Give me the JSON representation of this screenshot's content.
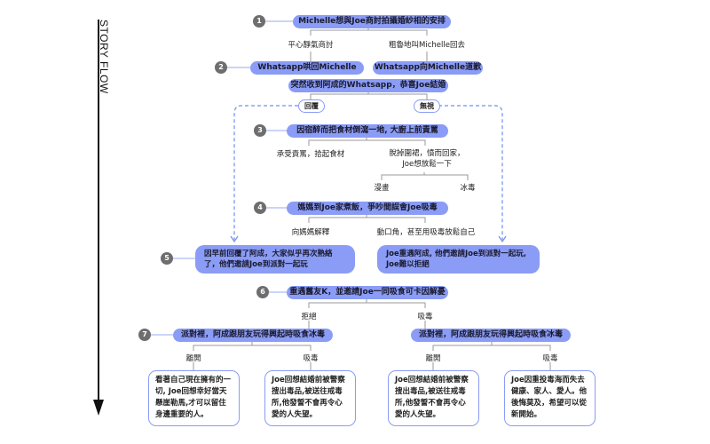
{
  "axis": {
    "label": "STORY FLOW"
  },
  "colors": {
    "node": "#8a9cf5",
    "connector": "#9a9a9a",
    "badge": "#6e6e6e",
    "dashed": "#6f8ff0"
  },
  "steps": {
    "s1": {
      "num": "1",
      "text": "Michelle想與Joe商討拍攝婚紗相的安排",
      "options": [
        "平心靜氣商討",
        "粗魯地叫Michelle回去"
      ]
    },
    "s2": {
      "num": "2",
      "left": "Whatsapp哄回Michelle",
      "right": "Whatsapp向Michelle道歉",
      "merge": "突然收到阿成的Whatsapp，恭喜Joe結婚",
      "options": [
        "回覆",
        "無視"
      ]
    },
    "s3": {
      "num": "3",
      "text": "因宿醉而把食材倒瀉一地, 大廚上前責罵",
      "options": [
        "承受責罵，拾起食材",
        "脫掉圍裙，憤而回家，Joe想放鬆一下"
      ],
      "sub_options": [
        "漫畫",
        "冰毒"
      ]
    },
    "s4": {
      "num": "4",
      "text": "媽媽到Joe家煮飯，爭吵間誤會Joe吸毒",
      "options": [
        "向媽媽解釋",
        "動口角，甚至用吸毒放鬆自己"
      ]
    },
    "s5": {
      "num": "5",
      "left": "因早前回覆了阿成，大家似乎再次熟絡了，他們邀請Joe到派對一起玩",
      "right": "Joe重遇阿成, 他們邀請Joe到派對一起玩, Joe難以拒絕"
    },
    "s6": {
      "num": "6",
      "text": "重遇舊友K，並邀請Joe一同吸食可卡因解憂",
      "options": [
        "拒絕",
        "吸毒"
      ]
    },
    "s7": {
      "num": "7",
      "left": "派對裡，阿成跟朋友玩得興起時吸食冰毒",
      "right": "派對裡，阿成跟朋友玩得興起時吸食冰毒",
      "left_options": [
        "離開",
        "吸毒"
      ],
      "right_options": [
        "離開",
        "吸毒"
      ]
    }
  },
  "endings": [
    "看著自己現在擁有的一切, Joe回想幸好當天懸崖勒馬,才可以留住身邊重要的人。",
    "Joe回想結婚前被警察搜出毒品,被送往戒毒所,他發誓不會再令心愛的人失望。",
    "Joe回想結婚前被警察搜出毒品,被送往戒毒所,他發誓不會再令心愛的人失望。",
    "Joe因重投毒海而失去健康、家人、愛人。他後悔莫及，希望可以從新開始。"
  ]
}
